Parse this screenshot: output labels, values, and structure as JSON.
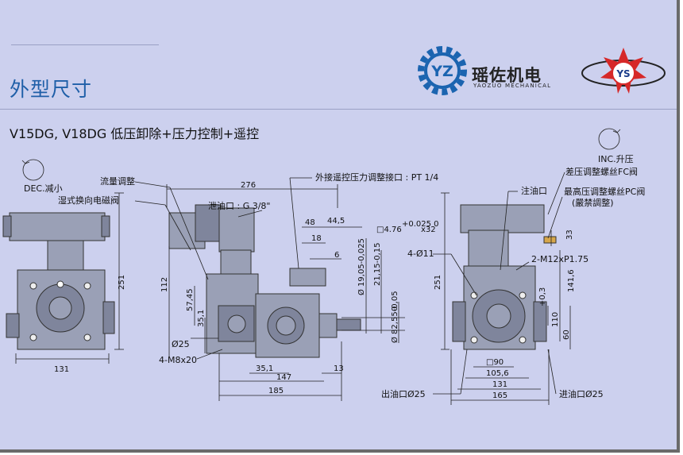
{
  "title": "外型尺寸",
  "subtitle": "V15DG, V18DG 低压卸除+压力控制+遥控",
  "brand": {
    "name_cn": "瑶佐机电",
    "name_en": "YAOZUO MECHANICAL",
    "emblem_text": "YS",
    "logo_letters": "YZ"
  },
  "colors": {
    "background": "#ccd0ee",
    "title": "#1f5fa8",
    "gear_logo": "#1b64b0",
    "emblem_red": "#d62828"
  },
  "labels": {
    "dec": "DEC.减小",
    "flow_adjust": "流量调整",
    "wet_solenoid": "湿式换向电磁阀",
    "drain_port": "泄油口 : G 3/8\"",
    "remote_port": "外接遥控压力调整接口 : PT 1/4",
    "fill_port": "注油口",
    "inc": "INC.升压",
    "diff_screw": "差压调整螺丝FC阀",
    "max_screw": "最高压调整螺丝PC阀",
    "max_screw_note": "(嚴禁調整)",
    "hole_4_11": "4-Ø11",
    "thread": "2-M12xP1.75",
    "d25_left": "Ø25",
    "m8": "4-M8x20",
    "outlet": "出油口Ø25",
    "inlet": "进油口Ø25"
  },
  "dims": {
    "d131_left": "131",
    "d251_left": "251",
    "d276": "276",
    "d48": "48",
    "d44_5": "44,5",
    "d18": "18",
    "d6": "6",
    "key": "□4.76",
    "key_tol": "+0.025 0",
    "key_len": "x32",
    "shaft_dia": "Ø 19,05-0,025",
    "d21": "21,15-0,15",
    "d0": "0",
    "spigot": "Ø 82,55-0,05",
    "d112": "112",
    "d57_45": "57,45",
    "d35_1v": "35,1",
    "d35_1h": "35,1",
    "d147": "147",
    "d185": "185",
    "d13": "13",
    "d251_right": "251",
    "d33": "33",
    "d141_6": "141,6",
    "tol": "+0,3",
    "d110": "110",
    "d60": "60",
    "d90": "□90",
    "d105_6": "105,6",
    "d131_right": "131",
    "d165": "165"
  }
}
